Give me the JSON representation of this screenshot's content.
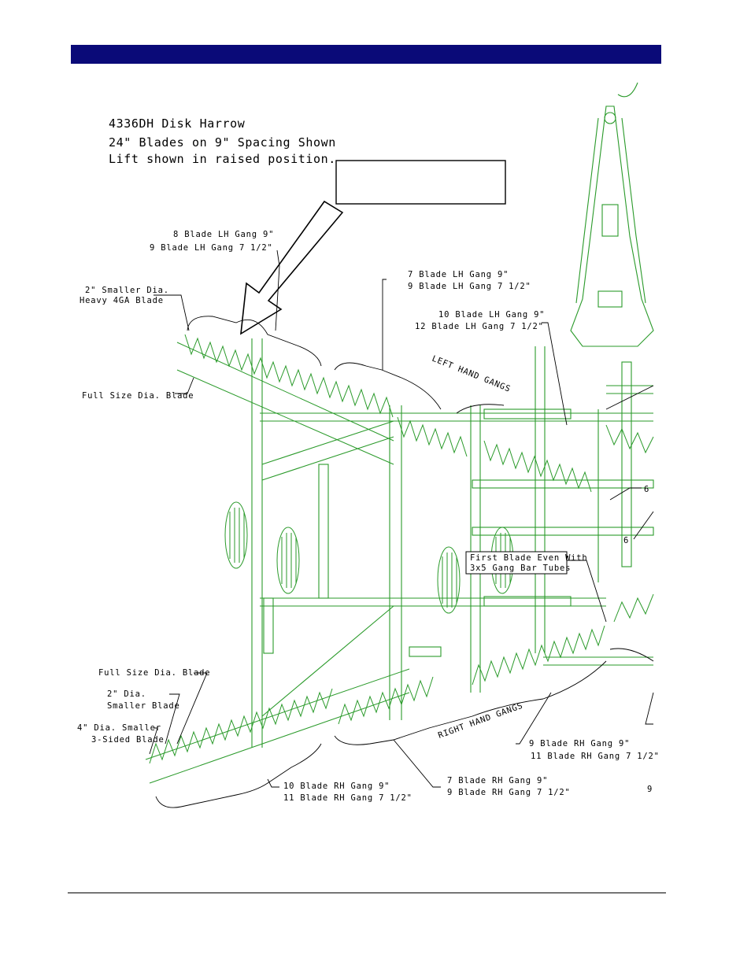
{
  "header": {
    "bar_color": "#0a0a78"
  },
  "title": {
    "line1": "4336DH Disk Harrow",
    "line2": "24\" Blades on 9\" Spacing Shown",
    "line3": "Lift shown in raised position."
  },
  "callout_box": {
    "text": ""
  },
  "labels": {
    "lh8": "8 Blade LH Gang 9\"",
    "lh9": "9 Blade LH Gang 7 1/2\"",
    "smaller_dia": "2\" Smaller Dia.",
    "heavy_blade": "Heavy 4GA Blade",
    "lh7": "7 Blade LH Gang 9\"",
    "lh9b": "9 Blade LH Gang 7 1/2\"",
    "lh10": "10 Blade LH Gang 9\"",
    "lh12": "12 Blade LH Gang 7 1/2\"",
    "left_hand_gangs": "LEFT HAND GANGS",
    "full_size_top": "Full Size Dia. Blade",
    "six_a": "6",
    "six_b": "6",
    "first_blade_1": "First Blade Even With",
    "first_blade_2": "3x5 Gang Bar Tubes",
    "full_size_bottom": "Full Size Dia. Blade",
    "two_dia_1": "2\" Dia.",
    "two_dia_2": "Smaller Blade",
    "four_dia_1": "4\" Dia. Smaller",
    "four_dia_2": "3-Sided Blade",
    "right_hand_gangs": "RIGHT HAND GANGS",
    "rh9": "9 Blade RH Gang 9\"",
    "rh11": "11 Blade RH Gang 7 1/2\"",
    "rh10": "10 Blade RH Gang 9\"",
    "rh11b": "11 Blade RH Gang 7 1/2\"",
    "rh7": "7 Blade RH Gang 9\"",
    "rh9b": "9 Blade RH Gang 7 1/2\"",
    "page_number": "9"
  },
  "colors": {
    "linework": "#2a9a2a",
    "header": "#0a0a78"
  }
}
